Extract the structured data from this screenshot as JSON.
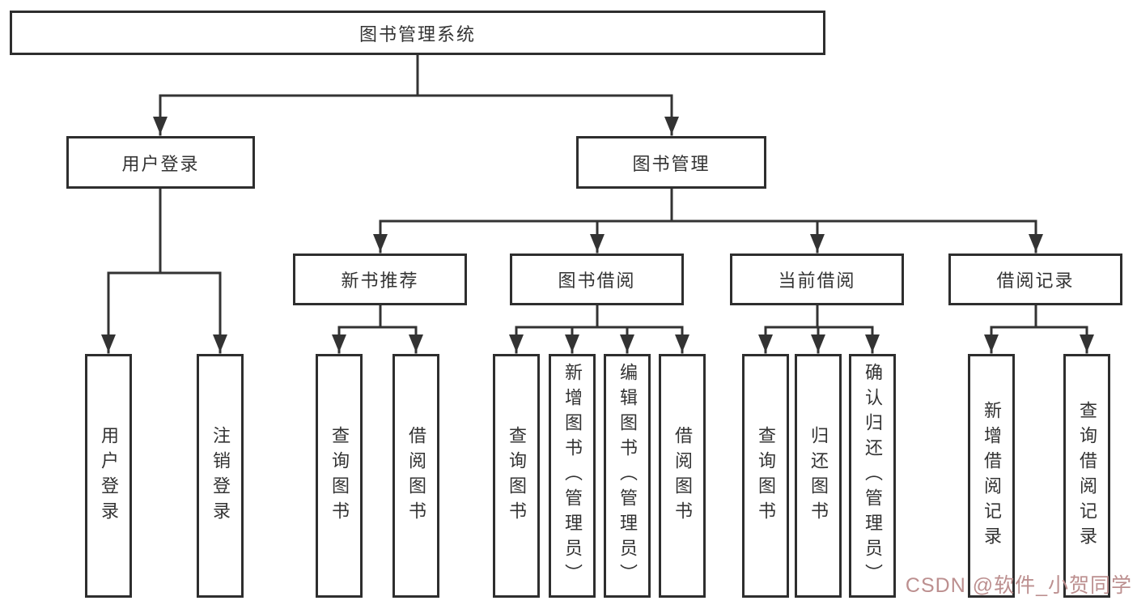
{
  "diagram": {
    "root": {
      "label": "图书管理系统"
    },
    "branches": [
      {
        "label": "用户登录",
        "children": [
          {
            "label": "用户登录"
          },
          {
            "label": "注销登录"
          }
        ]
      },
      {
        "label": "图书管理",
        "children": [
          {
            "label": "新书推荐",
            "children": [
              {
                "label": "查询图书"
              },
              {
                "label": "借阅图书"
              }
            ]
          },
          {
            "label": "图书借阅",
            "children": [
              {
                "label": "查询图书"
              },
              {
                "label": "新增图书（管理员）"
              },
              {
                "label": "编辑图书（管理员）"
              },
              {
                "label": "借阅图书"
              }
            ]
          },
          {
            "label": "当前借阅",
            "children": [
              {
                "label": "查询图书"
              },
              {
                "label": "归还图书"
              },
              {
                "label": "确认归还（管理员）"
              }
            ]
          },
          {
            "label": "借阅记录",
            "children": [
              {
                "label": "新增借阅记录"
              },
              {
                "label": "查询借阅记录"
              }
            ]
          }
        ]
      }
    ]
  },
  "watermark": {
    "text": "CSDN @软件_小贺同学"
  },
  "colors": {
    "line": "#333333",
    "boxBorder": "#2e2e2e",
    "boxFill": "#ffffff",
    "text": "#333333",
    "watermark": "#bc8f8f",
    "bg": "#ffffff"
  }
}
